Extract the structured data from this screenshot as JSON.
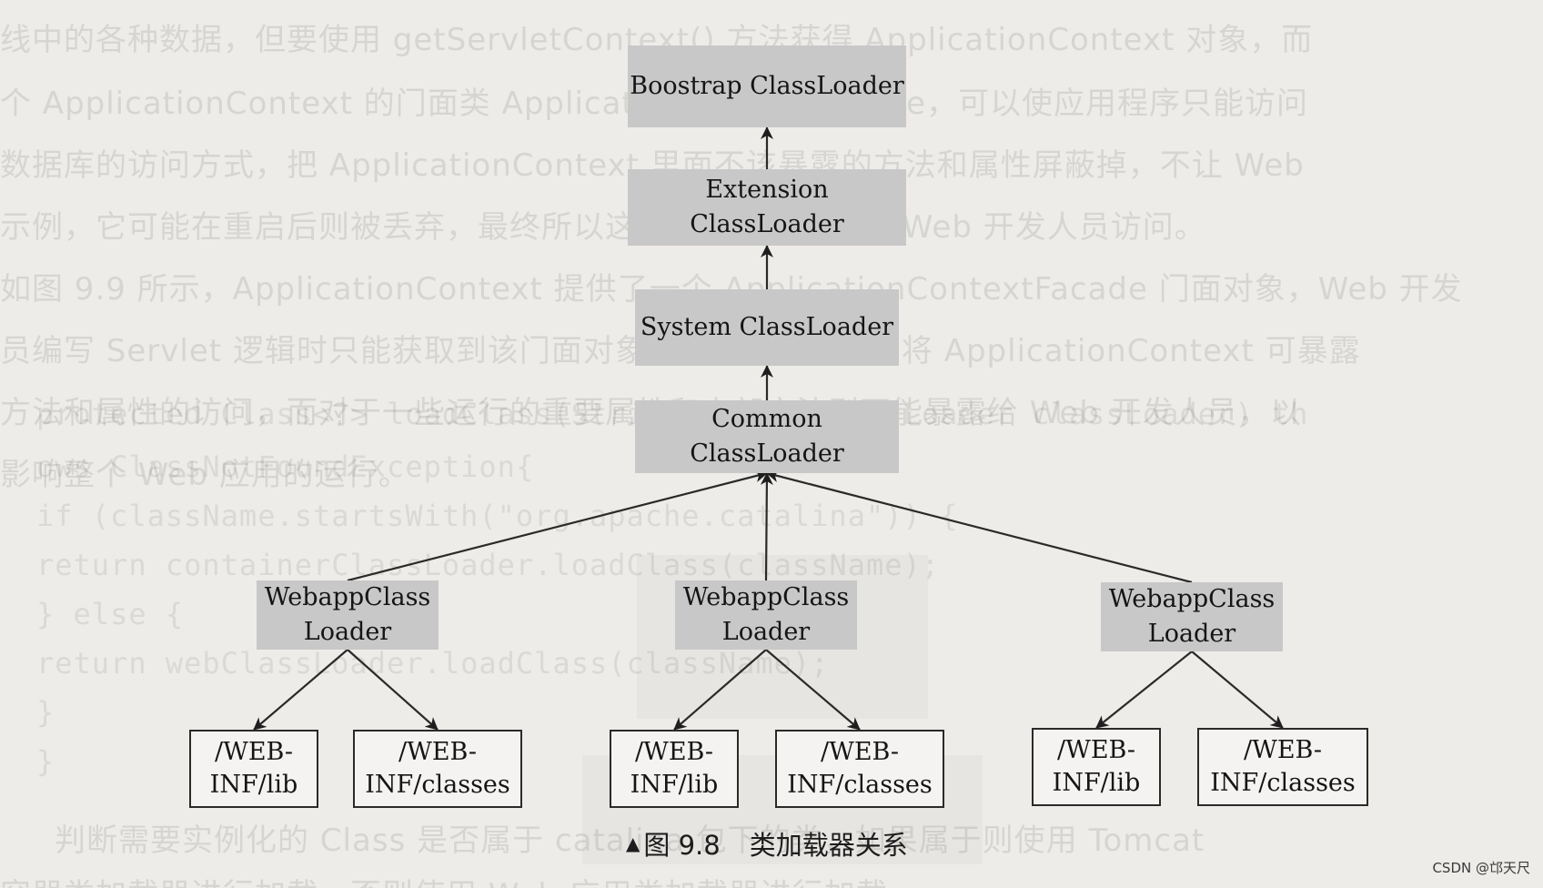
{
  "diagram": {
    "nodes": [
      {
        "id": "bootstrap",
        "label": "Boostrap ClassLoader",
        "style": "filled"
      },
      {
        "id": "extension",
        "label": "Extension ClassLoader",
        "style": "filled"
      },
      {
        "id": "system",
        "label": "System ClassLoader",
        "style": "filled"
      },
      {
        "id": "common",
        "label": "Common ClassLoader",
        "style": "filled"
      },
      {
        "id": "webapp1",
        "label": "WebappClass\nLoader",
        "style": "filled"
      },
      {
        "id": "webapp2",
        "label": "WebappClass\nLoader",
        "style": "filled"
      },
      {
        "id": "webapp3",
        "label": "WebappClass\nLoader",
        "style": "filled"
      },
      {
        "id": "lib1",
        "label": "/WEB-\nINF/lib",
        "style": "outline"
      },
      {
        "id": "classes1",
        "label": "/WEB-\nINF/classes",
        "style": "outline"
      },
      {
        "id": "lib2",
        "label": "/WEB-\nINF/lib",
        "style": "outline"
      },
      {
        "id": "classes2",
        "label": "/WEB-\nINF/classes",
        "style": "outline"
      },
      {
        "id": "lib3",
        "label": "/WEB-\nINF/lib",
        "style": "outline"
      },
      {
        "id": "classes3",
        "label": "/WEB-\nINF/classes",
        "style": "outline"
      }
    ],
    "edges": [
      {
        "from": "extension",
        "to": "bootstrap"
      },
      {
        "from": "system",
        "to": "extension"
      },
      {
        "from": "common",
        "to": "system"
      },
      {
        "from": "webapp1",
        "to": "common"
      },
      {
        "from": "webapp2",
        "to": "common"
      },
      {
        "from": "webapp3",
        "to": "common"
      },
      {
        "from": "webapp1",
        "to": "lib1"
      },
      {
        "from": "webapp1",
        "to": "classes1"
      },
      {
        "from": "webapp2",
        "to": "lib2"
      },
      {
        "from": "webapp2",
        "to": "classes2"
      },
      {
        "from": "webapp3",
        "to": "lib3"
      },
      {
        "from": "webapp3",
        "to": "classes3"
      }
    ]
  },
  "caption": {
    "marker": "▲",
    "number": "图 9.8",
    "title": "类加载器关系"
  },
  "watermark": "CSDN @邙天尺"
}
